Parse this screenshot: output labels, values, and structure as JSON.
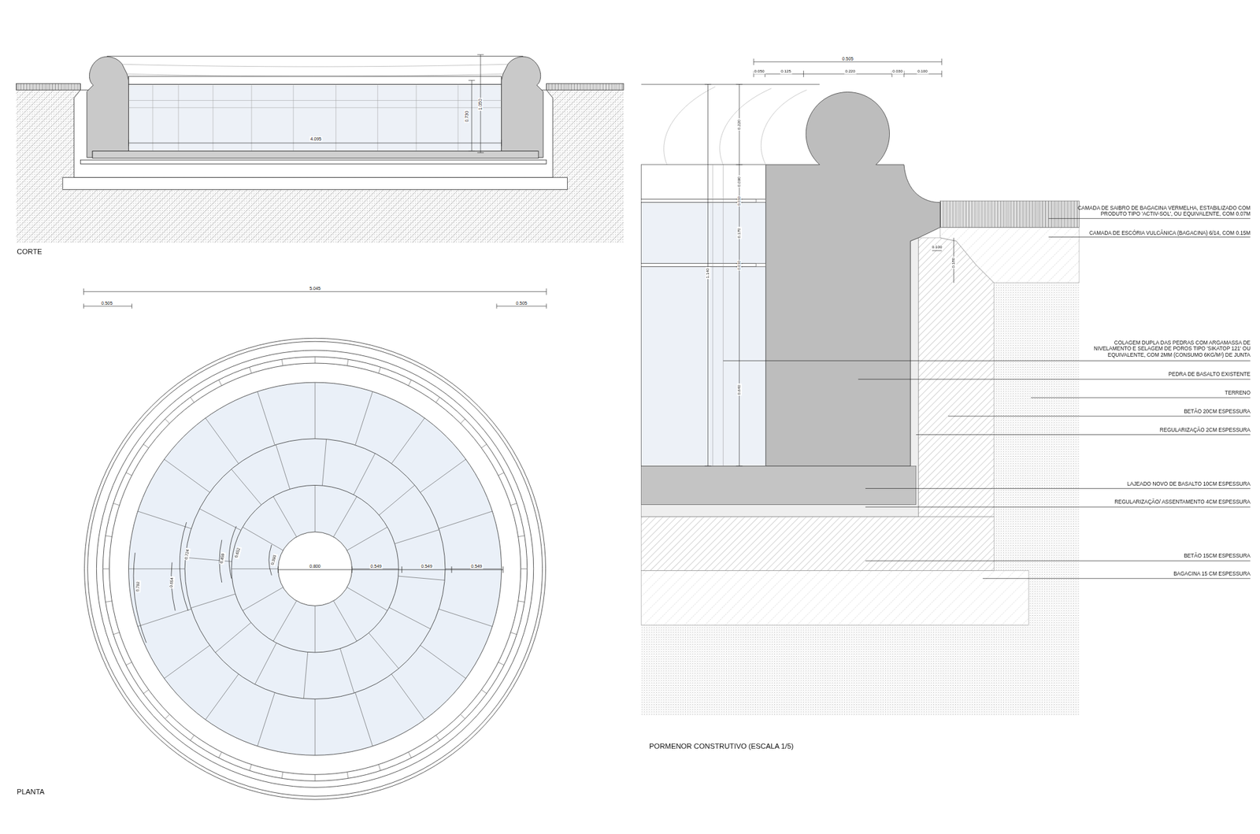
{
  "diagram": {
    "labels": [
      "CORTE",
      "4.095",
      "0.730",
      "1.050",
      "5.045",
      "0.505",
      "0.505",
      "0.800",
      "0.549",
      "0.549",
      "0.549",
      "0.393",
      "0.652",
      "0.459",
      "0.724",
      "0.654",
      "0.792",
      "PLANTA",
      "0.505",
      "0.050",
      "0.125",
      "0.220",
      "0.030",
      "0.100",
      "0.220",
      "0.090",
      "0.010",
      "0.170",
      "0.010",
      "0.640",
      "1.140",
      "0.100",
      "0.180",
      "CAMADA DE SAIBRO DE BAGACINA VERMELHA, ESTABILIZADO COM PRODUTO TIPO 'ACTIV-SOL', OU EQUIVALENTE, COM 0.07M",
      "CAMADA DE ESCÓRIA VULCÂNICA (BAGACINA) 6/14, COM 0.15M",
      "COLAGEM DUPLA DAS PEDRAS COM ARGAMASSA DE NIVELAMENTO E SELAGEM DE POROS TIPO 'SIKATOP 121' OU EQUIVALENTE, COM 2MM (CONSUMO 6KG/M²) DE JUNTA",
      "PEDRA DE BASALTO EXISTENTE",
      "TERRENO",
      "BETÃO 20CM ESPESSURA",
      "REGULARIZAÇÃO 2CM ESPESSURA",
      "LAJEADO NOVO DE BASALTO 10CM ESPESSURA",
      "REGULARIZAÇÃO/ ASSENTAMENTO 4CM ESPESSURA",
      "BETÃO 15CM ESPESSURA",
      "BAGACINA 15 CM ESPESSURA",
      "PORMENOR CONSTRUTIVO (ESCALA 1/5)"
    ]
  }
}
